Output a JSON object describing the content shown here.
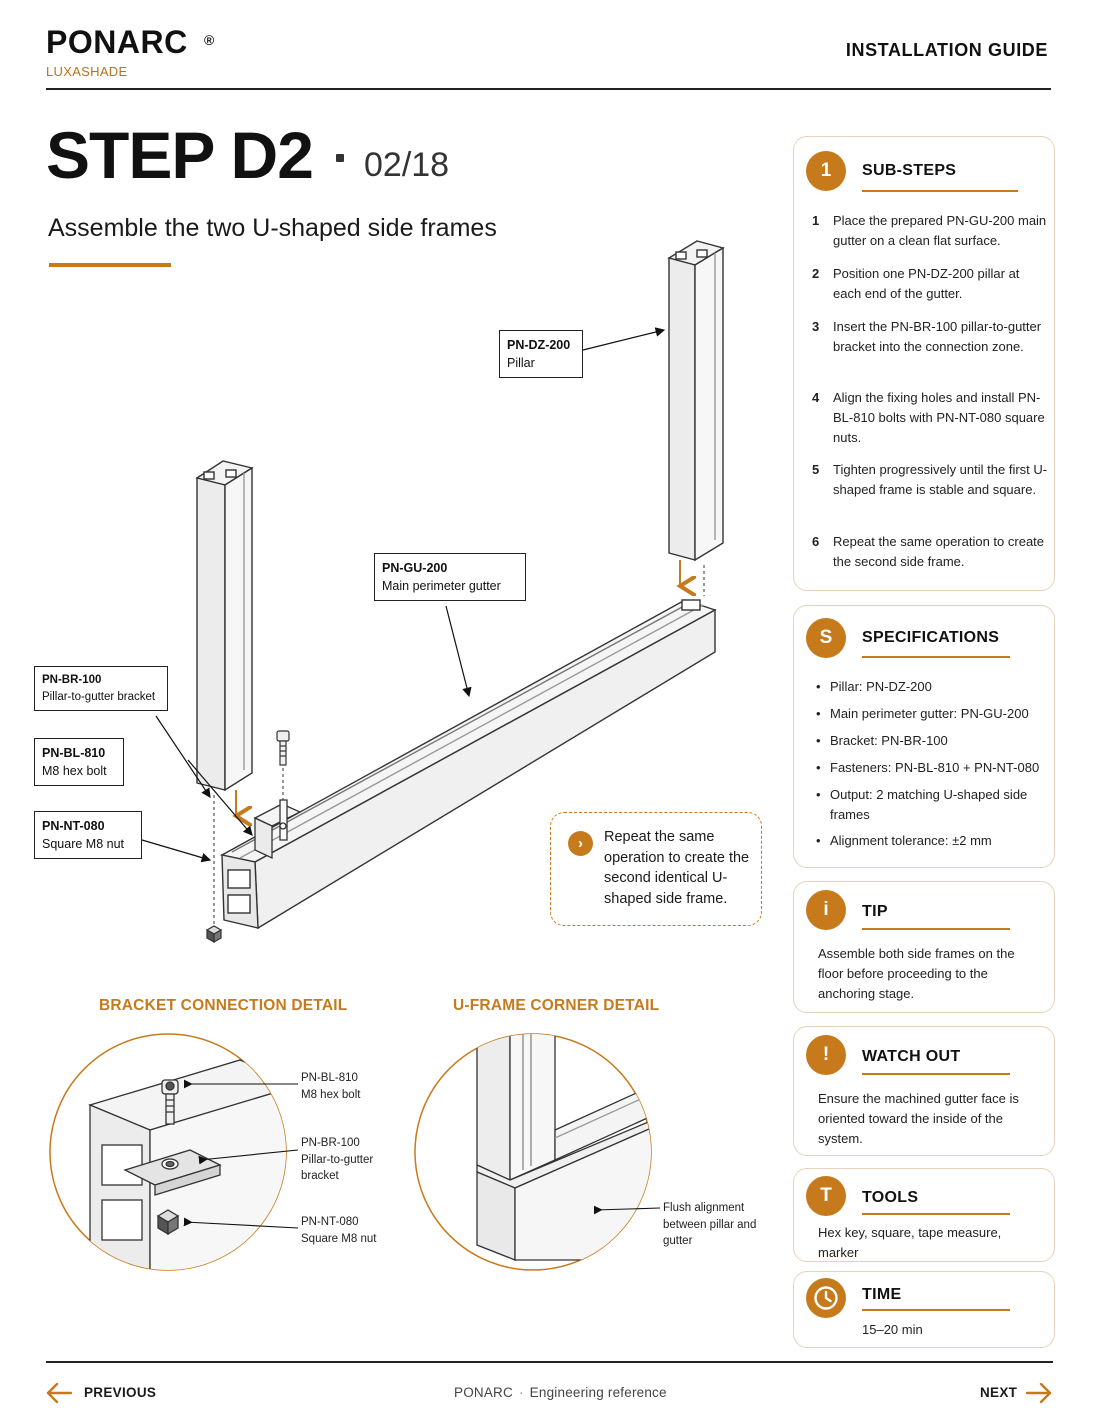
{
  "header": {
    "brand": "PONARC",
    "registered": "®",
    "sub_brand": "LUXASHADE",
    "guide_label": "INSTALLATION GUIDE"
  },
  "step": {
    "code": "STEP D2",
    "count": "02/18",
    "title": "Assemble the two U-shaped side frames"
  },
  "diagram": {
    "labels": [
      {
        "code": "PN-DZ-200",
        "name": "Pillar"
      },
      {
        "code": "PN-GU-200",
        "name": "Main perimeter gutter"
      },
      {
        "code": "PN-BR-100",
        "name": "Pillar-to-gutter bracket"
      },
      {
        "code": "PN-BL-810",
        "name": "M8 hex bolt"
      },
      {
        "code": "PN-NT-080",
        "name": "Square M8 nut"
      }
    ],
    "callout": "Repeat the same operation to create the second identical U-shaped side frame.",
    "callout_icon": "chevron-right-icon"
  },
  "details": {
    "bracket": {
      "title": "BRACKET CONNECTION DETAIL",
      "labels": [
        {
          "code": "PN-BL-810",
          "name": "M8 hex bolt"
        },
        {
          "code": "PN-BR-100",
          "name": "Pillar-to-gutter bracket"
        },
        {
          "code": "PN-NT-080",
          "name": "Square M8 nut"
        }
      ]
    },
    "corner": {
      "title": "U-FRAME CORNER DETAIL",
      "label": "Flush alignment between pillar and gutter"
    }
  },
  "sidebar": {
    "substeps": {
      "badge": "1",
      "title": "SUB-STEPS",
      "items": [
        {
          "num": "1",
          "text": "Place the prepared PN-GU-200 main gutter on a clean flat surface."
        },
        {
          "num": "2",
          "text": "Position one PN-DZ-200 pillar at each end of the gutter."
        },
        {
          "num": "3",
          "text": "Insert the PN-BR-100 pillar-to-gutter bracket into the connection zone."
        },
        {
          "num": "4",
          "text": "Align the fixing holes and install PN-BL-810 bolts with PN-NT-080 square nuts."
        },
        {
          "num": "5",
          "text": "Tighten progressively until the first U-shaped frame is stable and square."
        },
        {
          "num": "6",
          "text": "Repeat the same operation to create the second side frame."
        }
      ]
    },
    "specs": {
      "badge": "S",
      "title": "SPECIFICATIONS",
      "bullet": "•",
      "items": [
        "Pillar: PN-DZ-200",
        "Main perimeter gutter: PN-GU-200",
        "Bracket: PN-BR-100",
        "Fasteners: PN-BL-810 + PN-NT-080",
        "Output: 2 matching U-shaped side frames",
        "Alignment tolerance: ±2 mm"
      ]
    },
    "tip": {
      "badge": "i",
      "title": "TIP",
      "text": "Assemble both side frames on the floor before proceeding to the anchoring stage."
    },
    "watch": {
      "badge": "!",
      "title": "WATCH OUT",
      "text": "Ensure the machined gutter face is oriented toward the inside of the system."
    },
    "tools": {
      "badge": "T",
      "title": "TOOLS",
      "text": "Hex key, square, tape measure, marker"
    },
    "time": {
      "icon": "clock-icon",
      "title": "TIME",
      "text": "15–20 min"
    }
  },
  "footer": {
    "previous": "PREVIOUS",
    "brand": "PONARC",
    "separator": "·",
    "reference": "Engineering reference",
    "next": "NEXT"
  },
  "colors": {
    "accent": "#c77a1b",
    "text": "#1a1a1a",
    "card_border": "#e6d3b8"
  }
}
